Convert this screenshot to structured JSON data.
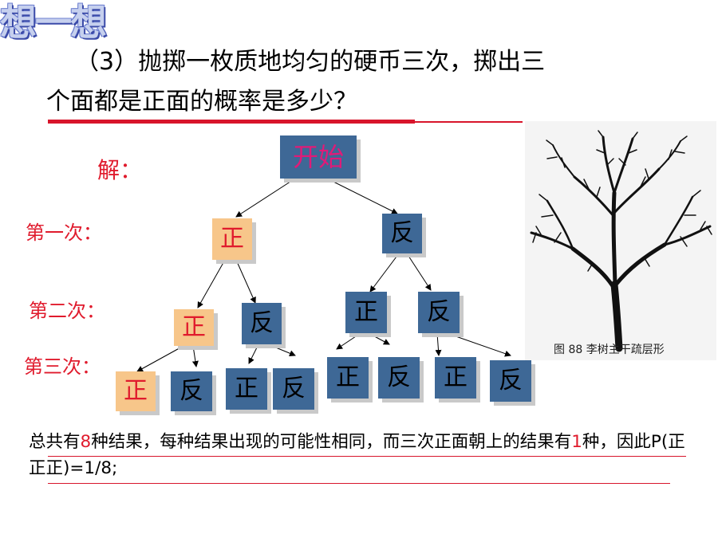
{
  "header": {
    "logo_text": "想一想"
  },
  "question": {
    "line1_prefix": "（",
    "line1_num": "3",
    "line1_rest": "）抛掷一枚质地均匀的硬币三次，掷出三",
    "line2": "个面都是正面的概率是多少？"
  },
  "labels": {
    "solution": "解：",
    "first": "第一次：",
    "second": "第二次：",
    "third": "第三次："
  },
  "tree": {
    "start": "开始",
    "level1": [
      "正",
      "反"
    ],
    "level2": [
      "正",
      "反",
      "正",
      "反"
    ],
    "level3": [
      "正",
      "反",
      "正",
      "反",
      "正",
      "反",
      "正",
      "反"
    ]
  },
  "summary": {
    "part1": "总共有",
    "count": "8",
    "part2": "种结果，每种结果出现的可能性相同，而三次正面朝上的结果有",
    "one": "1",
    "part3": "种，因此P(正正正)=1/8;"
  },
  "figure": {
    "caption": "图 88   李树主干疏层形"
  },
  "colors": {
    "accent_red": "#e01b2d",
    "node_blue": "#3e6896",
    "node_orange": "#f7c68a"
  }
}
